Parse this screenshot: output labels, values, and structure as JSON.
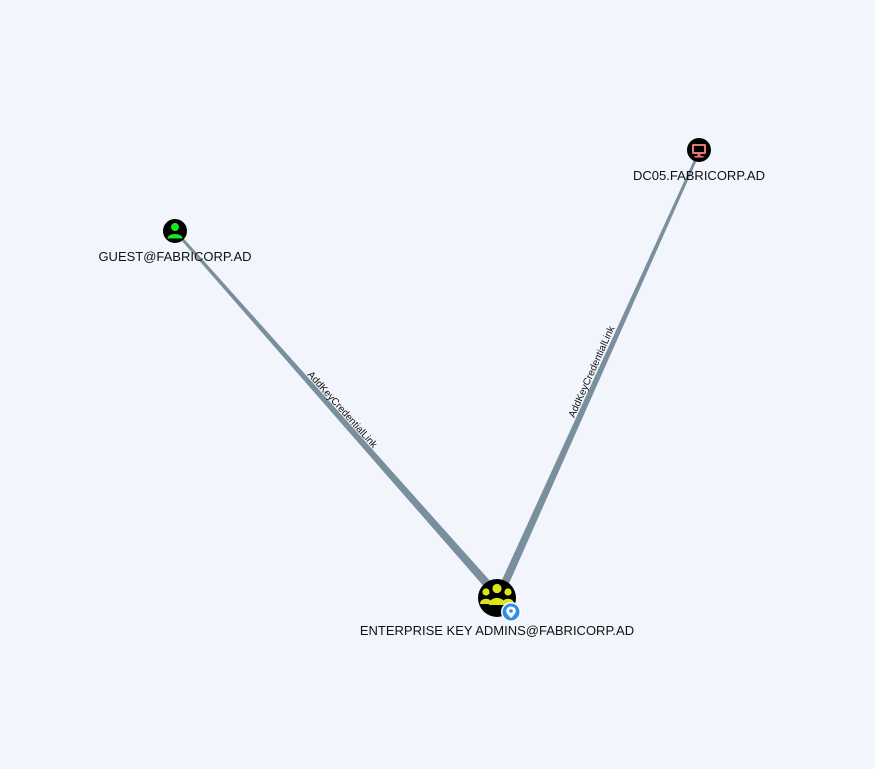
{
  "graph": {
    "background": "#f2f5fb",
    "edge_color": "#7a8f9e",
    "nodes": [
      {
        "id": "guest",
        "label": "GUEST@FABRICORP.AD",
        "kind": "user",
        "icon": "user-icon",
        "ring_color": "#000000",
        "icon_color": "#17e625"
      },
      {
        "id": "dc05",
        "label": "DC05.FABRICORP.AD",
        "kind": "computer",
        "icon": "computer-icon",
        "ring_color": "#000000",
        "icon_color": "#e67873"
      },
      {
        "id": "eka",
        "label": "ENTERPRISE KEY ADMINS@FABRICORP.AD",
        "kind": "group",
        "icon": "group-icon",
        "ring_color": "#000000",
        "icon_color": "#dbe617",
        "badge": "location-pin-icon",
        "badge_color": "#2f8ee5"
      }
    ],
    "edges": [
      {
        "id": "e1",
        "source": "guest",
        "target": "eka",
        "label": "AddKeyCredentialLink"
      },
      {
        "id": "e2",
        "source": "dc05",
        "target": "eka",
        "label": "AddKeyCredentialLink"
      }
    ]
  }
}
